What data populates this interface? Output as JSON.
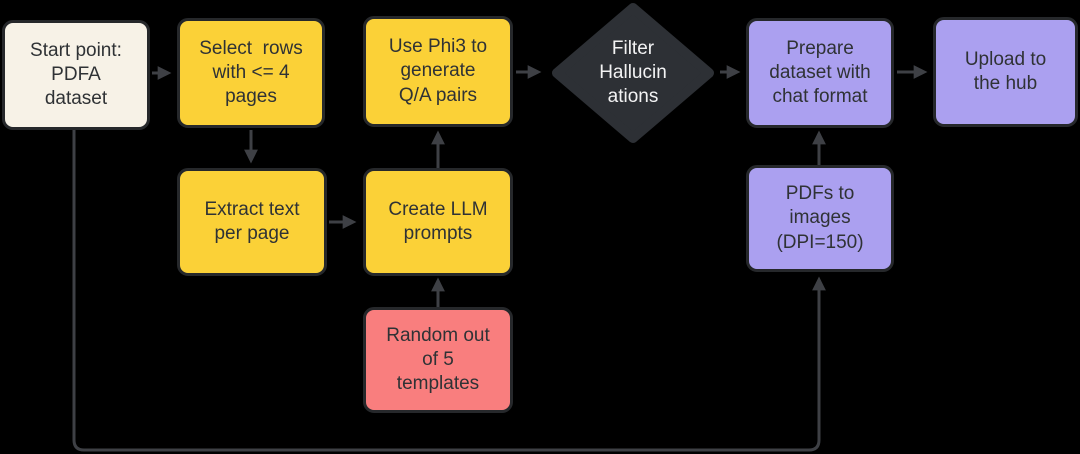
{
  "diagram": {
    "colors": {
      "background": "#000000",
      "node_border": "#26282b",
      "edge": "#3e4045",
      "text_dark": "#2f3235",
      "text_light": "#f3f3f4"
    },
    "nodes": {
      "start": {
        "label": "Start point:\nPDFA\ndataset",
        "fill": "#f7f2e7",
        "shape": "rounded-rect"
      },
      "select_rows": {
        "label": "Select  rows\nwith <= 4\npages",
        "fill": "#fbd137",
        "shape": "rounded-rect"
      },
      "use_phi3": {
        "label": "Use Phi3 to\ngenerate\nQ/A pairs",
        "fill": "#fbd137",
        "shape": "rounded-rect"
      },
      "filter_hallucinations": {
        "label": "Filter\nHallucin\nations",
        "fill": "#2d3035",
        "shape": "diamond"
      },
      "prepare_dataset": {
        "label": "Prepare\ndataset with\nchat format",
        "fill": "#aba0f0",
        "shape": "rounded-rect"
      },
      "upload_hub": {
        "label": "Upload to\nthe hub",
        "fill": "#aba0f0",
        "shape": "rounded-rect"
      },
      "extract_text": {
        "label": "Extract text\nper page",
        "fill": "#fbd137",
        "shape": "rounded-rect"
      },
      "create_llm_prompts": {
        "label": "Create LLM\nprompts",
        "fill": "#fbd137",
        "shape": "rounded-rect"
      },
      "pdfs_to_images": {
        "label": "PDFs to\nimages\n(DPI=150)",
        "fill": "#aba0f0",
        "shape": "rounded-rect"
      },
      "random_templates": {
        "label": "Random out\nof 5\ntemplates",
        "fill": "#f97e7e",
        "shape": "rounded-rect"
      }
    },
    "edges": [
      {
        "from": "start",
        "to": "select_rows"
      },
      {
        "from": "select_rows",
        "to": "extract_text"
      },
      {
        "from": "extract_text",
        "to": "create_llm_prompts"
      },
      {
        "from": "random_templates",
        "to": "create_llm_prompts"
      },
      {
        "from": "create_llm_prompts",
        "to": "use_phi3"
      },
      {
        "from": "use_phi3",
        "to": "filter_hallucinations"
      },
      {
        "from": "filter_hallucinations",
        "to": "prepare_dataset"
      },
      {
        "from": "start",
        "to": "pdfs_to_images"
      },
      {
        "from": "pdfs_to_images",
        "to": "prepare_dataset"
      },
      {
        "from": "prepare_dataset",
        "to": "upload_hub"
      }
    ]
  }
}
